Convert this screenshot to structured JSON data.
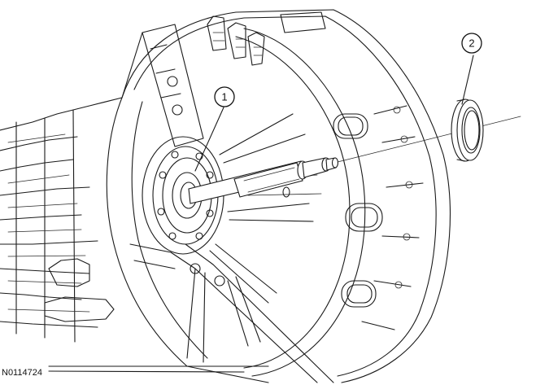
{
  "callouts": [
    {
      "number": "1"
    },
    {
      "number": "2"
    }
  ],
  "figure_id": "N0114724",
  "colors": {
    "line": "#1a1a1a",
    "background": "#ffffff"
  }
}
